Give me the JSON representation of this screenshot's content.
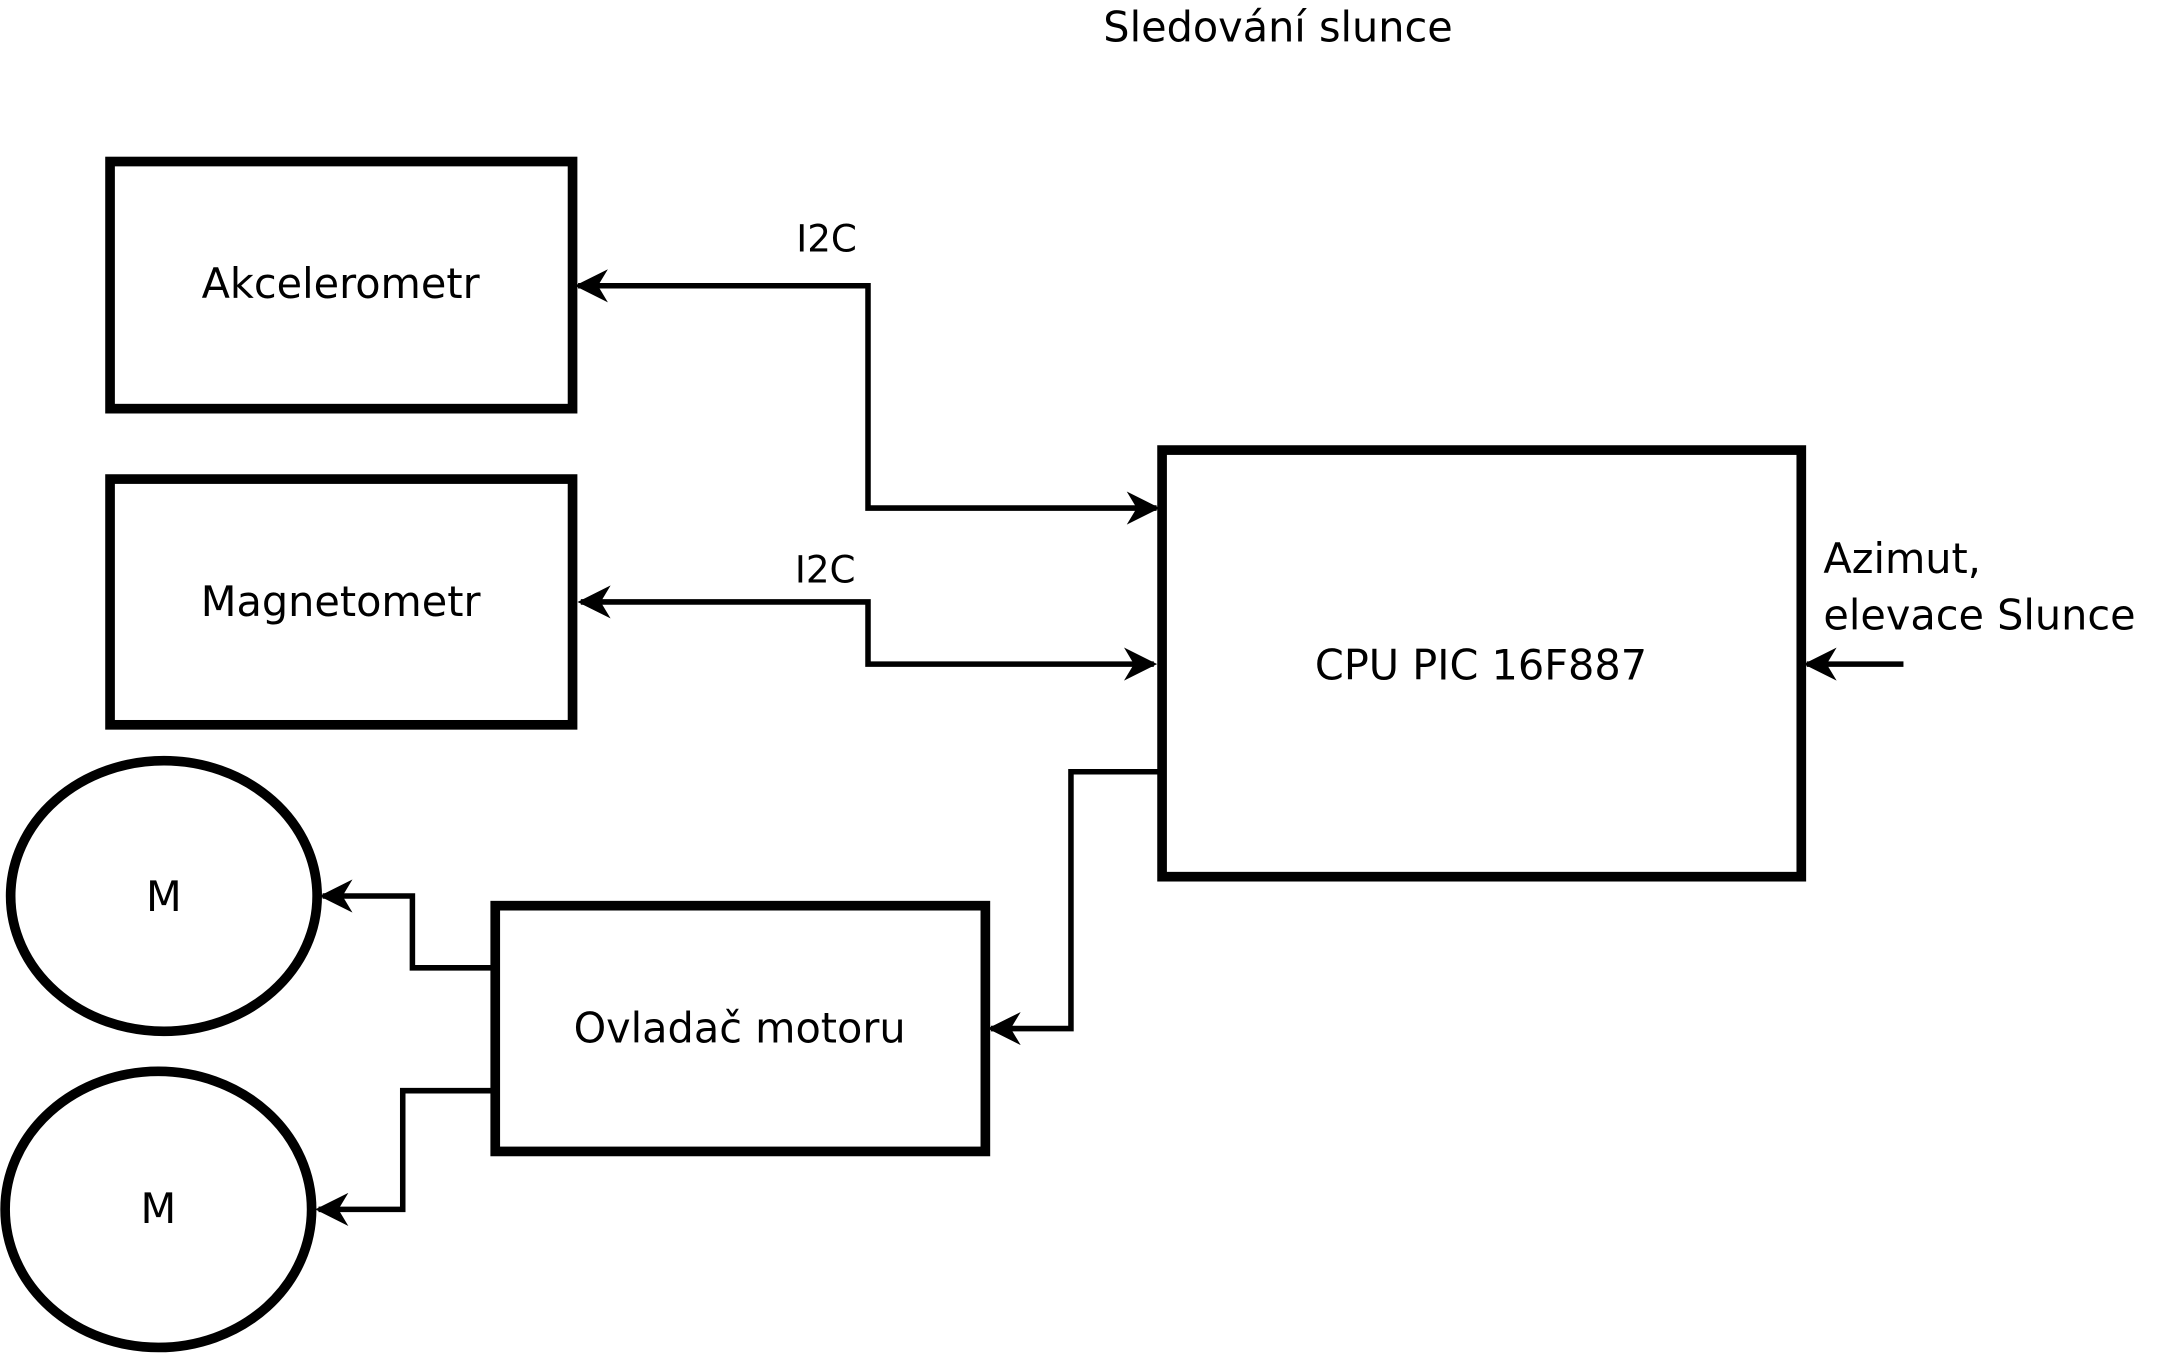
{
  "title": "Sledování slunce",
  "blocks": {
    "accelerometer": "Akcelerometr",
    "magnetometer": "Magnetometr",
    "cpu": "CPU PIC 16F887",
    "motor_driver": "Ovladač motoru",
    "motor1": "M",
    "motor2": "M"
  },
  "connections": {
    "bus1_label": "I2C",
    "bus2_label": "I2C",
    "input_line1": "Azimut,",
    "input_line2": "elevace Slunce"
  }
}
